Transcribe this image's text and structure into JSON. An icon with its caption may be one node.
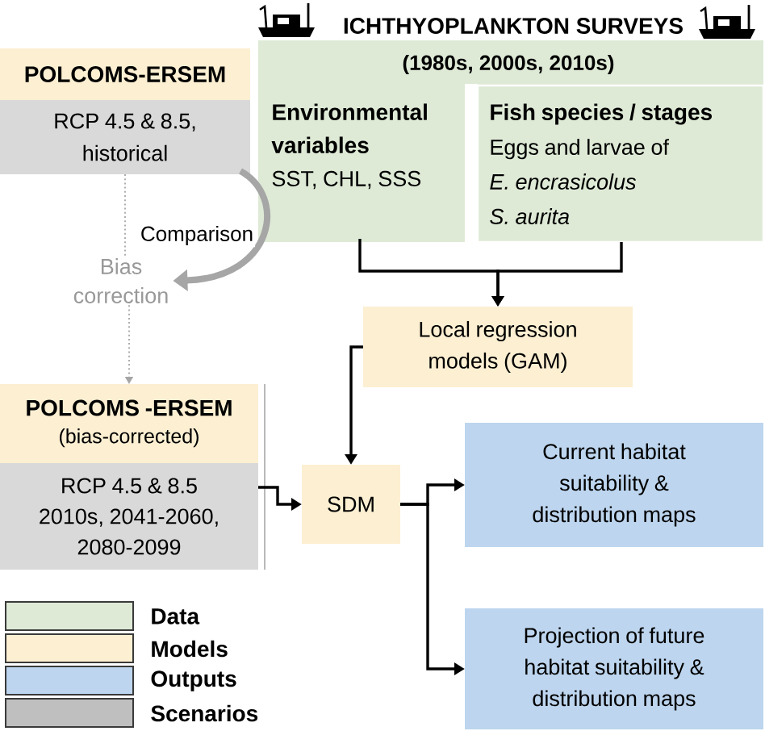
{
  "diagram": {
    "nodes": [
      {
        "text": [
          "ICHTHYOPLANKTON SURVEYS",
          "(1980s, 2000s, 2010s)"
        ]
      },
      {
        "text": [
          "Environmental variables",
          "SST, CHL, SSS"
        ],
        "in": 0
      },
      {
        "text": [
          "Fish species / stages",
          "Eggs and larvae of",
          "E. encrasicolus",
          "S. aurita"
        ],
        "in": 0
      },
      {
        "text": [
          "POLCOMS-ERSEM"
        ]
      },
      {
        "text": [
          "RCP 4.5 & 8.5, historical"
        ]
      },
      {
        "text": [
          "Bias correction"
        ]
      },
      {
        "text": [
          "Local regression models (GAM)"
        ]
      },
      {
        "text": [
          "POLCOMS -ERSEM",
          "(bias-corrected)"
        ]
      },
      {
        "text": [
          "RCP 4.5 & 8.5 2010s, 2041-2060, 2080-2099"
        ]
      },
      {
        "text": [
          "SDM"
        ]
      },
      {
        "text": [
          "Current habitat suitability & distribution maps"
        ]
      },
      {
        "text": [
          "Projection of future habitat suitability & distribution maps"
        ]
      }
    ],
    "edges": [
      {
        "from": 1,
        "to": 6,
        "arrow": "to"
      },
      {
        "from": 2,
        "to": 6,
        "arrow": "to"
      },
      {
        "from": 4,
        "to": 5,
        "arrow": "none",
        "style": "dashed",
        "color": "#a6a6a6"
      },
      {
        "from": 4,
        "to": 5,
        "arrow": "to",
        "label": "Comparison",
        "style": "thick",
        "color": "#a6a6a6"
      },
      {
        "from": 5,
        "to": 7,
        "arrow": "to",
        "style": "dashed",
        "color": "#a6a6a6"
      },
      {
        "from": 6,
        "to": 9,
        "arrow": "to"
      },
      {
        "from": 8,
        "to": 9,
        "arrow": "to"
      },
      {
        "from": 9,
        "to": 10,
        "arrow": "to"
      },
      {
        "from": 9,
        "to": 11,
        "arrow": "to"
      }
    ],
    "legend": [
      {
        "text": "Data",
        "color": "#deead6"
      },
      {
        "text": "Models",
        "color": "#fcefd2"
      },
      {
        "text": "Outputs",
        "color": "#bdd5ee"
      },
      {
        "text": "Scenarios",
        "color": "#bfbfbf"
      }
    ]
  }
}
